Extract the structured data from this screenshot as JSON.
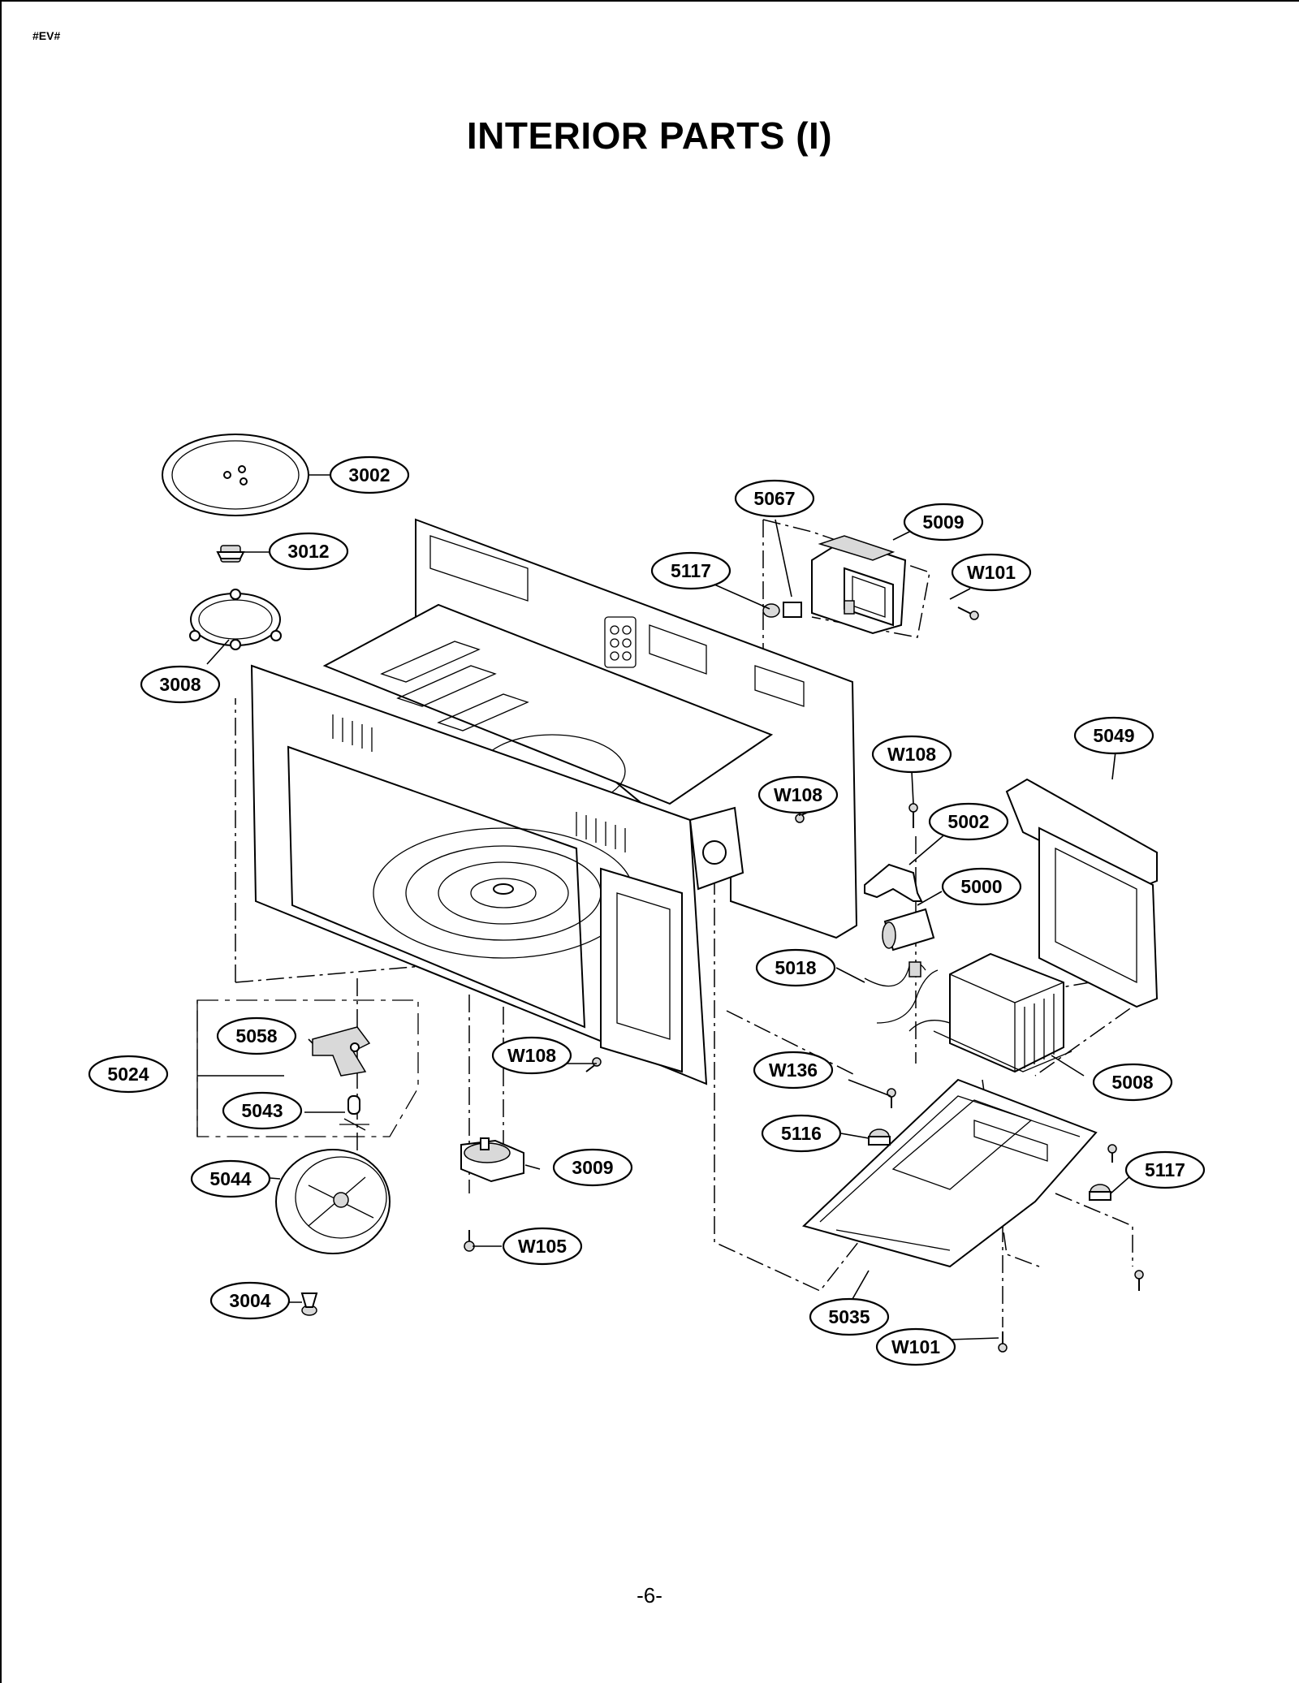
{
  "header": {
    "doc_code": "#EV#"
  },
  "title": "INTERIOR PARTS (I)",
  "page_number": "-6-",
  "callouts": [
    {
      "key": "c3002",
      "label": "3002"
    },
    {
      "key": "c3012",
      "label": "3012"
    },
    {
      "key": "c3008",
      "label": "3008"
    },
    {
      "key": "c5067",
      "label": "5067"
    },
    {
      "key": "c5009",
      "label": "5009"
    },
    {
      "key": "c5117a",
      "label": "5117"
    },
    {
      "key": "cW101a",
      "label": "W101"
    },
    {
      "key": "c5049",
      "label": "5049"
    },
    {
      "key": "cW108a",
      "label": "W108"
    },
    {
      "key": "cW108b",
      "label": "W108"
    },
    {
      "key": "c5002",
      "label": "5002"
    },
    {
      "key": "c5000",
      "label": "5000"
    },
    {
      "key": "c5018",
      "label": "5018"
    },
    {
      "key": "c5058",
      "label": "5058"
    },
    {
      "key": "c5024",
      "label": "5024"
    },
    {
      "key": "c5043",
      "label": "5043"
    },
    {
      "key": "cW108c",
      "label": "W108"
    },
    {
      "key": "c5044",
      "label": "5044"
    },
    {
      "key": "c3009",
      "label": "3009"
    },
    {
      "key": "cW105",
      "label": "W105"
    },
    {
      "key": "c3004",
      "label": "3004"
    },
    {
      "key": "cW136",
      "label": "W136"
    },
    {
      "key": "c5008",
      "label": "5008"
    },
    {
      "key": "c5116",
      "label": "5116"
    },
    {
      "key": "c5117b",
      "label": "5117"
    },
    {
      "key": "c5035",
      "label": "5035"
    },
    {
      "key": "cW101b",
      "label": "W101"
    }
  ]
}
